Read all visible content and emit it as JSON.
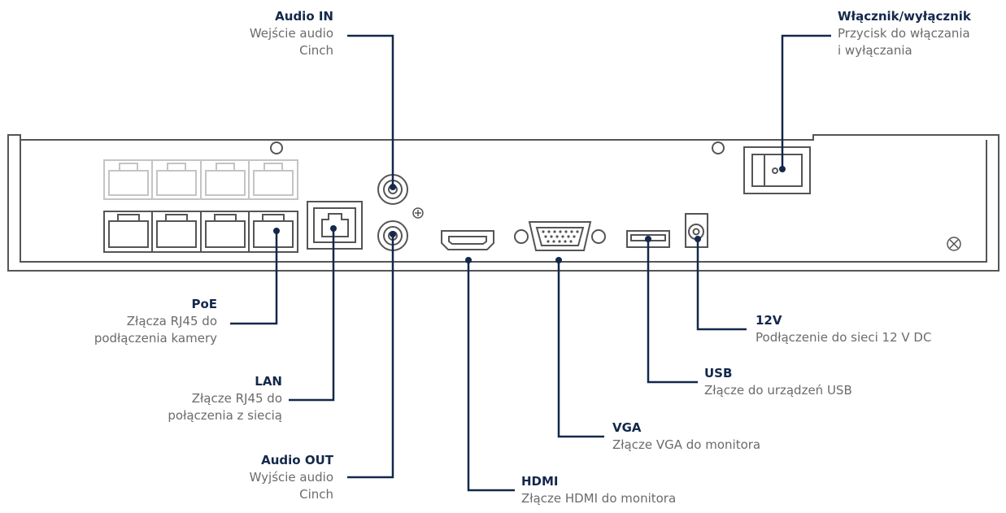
{
  "colors": {
    "accent": "#13284b",
    "outline": "#555555",
    "faded": "#c4c4c4",
    "text": "#6b6b6b"
  },
  "labels": {
    "audio_in": {
      "title": "Audio IN",
      "line1": "Wejście audio",
      "line2": "Cinch"
    },
    "power": {
      "title": "Włącznik/wyłącznik",
      "line1": "Przycisk do włączania",
      "line2": "i wyłączania"
    },
    "poe": {
      "title": "PoE",
      "line1": "Złącza RJ45 do",
      "line2": "podłączenia kamery"
    },
    "lan": {
      "title": "LAN",
      "line1": "Złącze RJ45 do",
      "line2": "połączenia z siecią"
    },
    "audio_out": {
      "title": "Audio OUT",
      "line1": "Wyjście audio",
      "line2": "Cinch"
    },
    "hdmi": {
      "title": "HDMI",
      "line1": "Złącze HDMI do monitora"
    },
    "vga": {
      "title": "VGA",
      "line1": "Złącze VGA do monitora"
    },
    "usb": {
      "title": "USB",
      "line1": "Złącze do urządzeń USB"
    },
    "dc12v": {
      "title": "12V",
      "line1": "Podłączenie do sieci 12 V DC"
    }
  }
}
